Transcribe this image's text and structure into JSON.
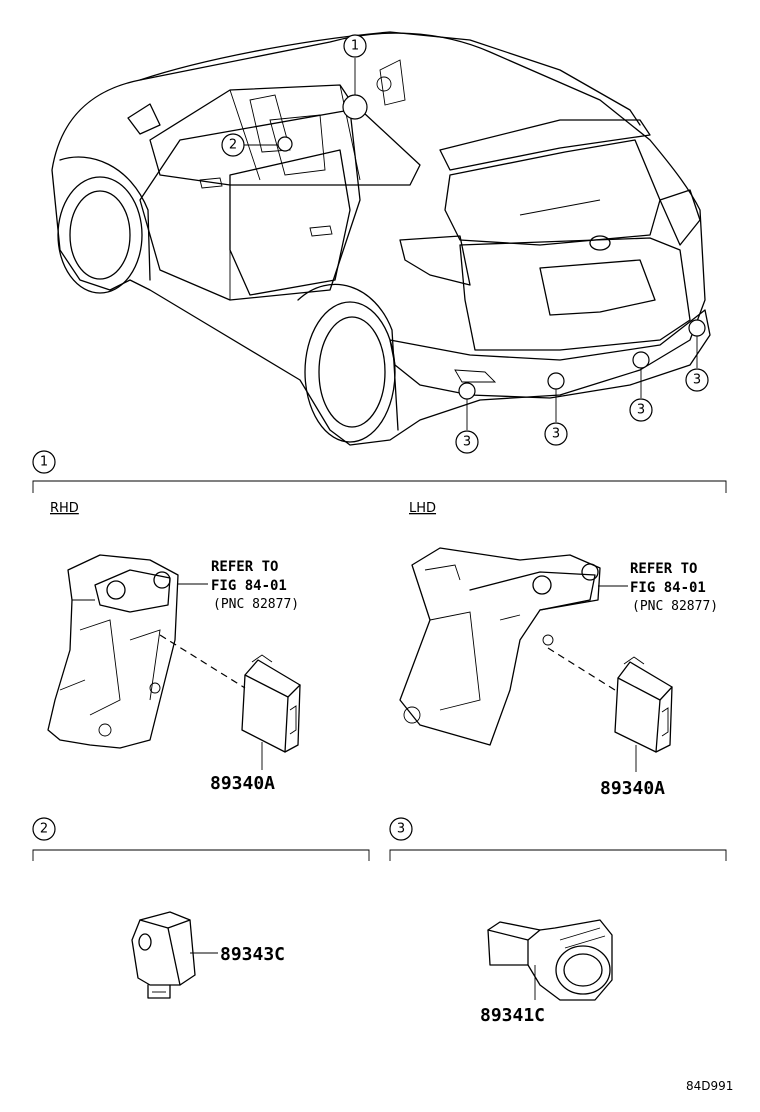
{
  "callouts": {
    "c1": "1",
    "c2": "2",
    "c3": "3"
  },
  "variants": {
    "rhd": "RHD",
    "lhd": "LHD"
  },
  "reference": {
    "line1": "REFER TO",
    "line2": "FIG 84-01",
    "line3": "(PNC 82877)"
  },
  "parts": {
    "ecu_rhd": "89340A",
    "ecu_lhd": "89340A",
    "sensor_small": "89343C",
    "sensor_ultrasonic": "89341C"
  },
  "diagram_code": "84D991"
}
